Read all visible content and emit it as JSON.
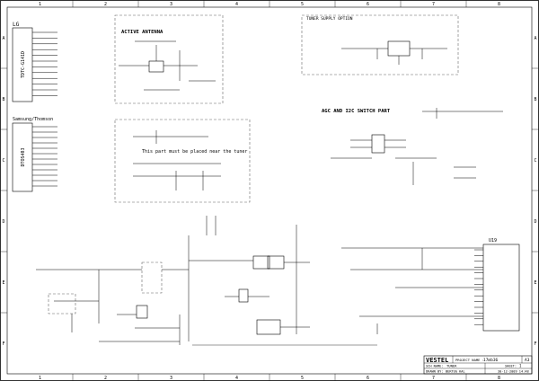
{
  "grid": {
    "columns": [
      "1",
      "2",
      "3",
      "4",
      "5",
      "6",
      "7",
      "8"
    ],
    "rows": [
      "A",
      "B",
      "C",
      "D",
      "E",
      "F"
    ]
  },
  "blocks": {
    "active_antenna": "ACTIVE ANTENNA",
    "tuner_supply": "TUNER SUPPLY OPTION",
    "agc_i2c": "AGC AND I2C SWITCH PART",
    "place_near_tuner": "This part must be placed near the tuner"
  },
  "tuners": {
    "lg_label": "LG",
    "lg_part": "TDTC-G141D",
    "samsung_label": "Samsung/Thomson",
    "samsung_part": "DTOS403"
  },
  "chips": {
    "u19": "U19"
  },
  "title_block": {
    "brand": "VESTEL",
    "project_name_label": "PROJECT NAME :",
    "project_name": "17mb36",
    "sheet_size": "A3",
    "sch_name_label": "SCH NAME:",
    "sch_name": "TUNER",
    "sheet_label": "SHEET:",
    "sheet_value": "1",
    "drawn_by_label": "DRAWN BY:",
    "drawn_by": "BERTUG KAL",
    "date": "30-12-2009 14:48"
  },
  "colors": {
    "ink": "#000000",
    "dashed_outline": "#666666",
    "paper": "#ffffff"
  }
}
